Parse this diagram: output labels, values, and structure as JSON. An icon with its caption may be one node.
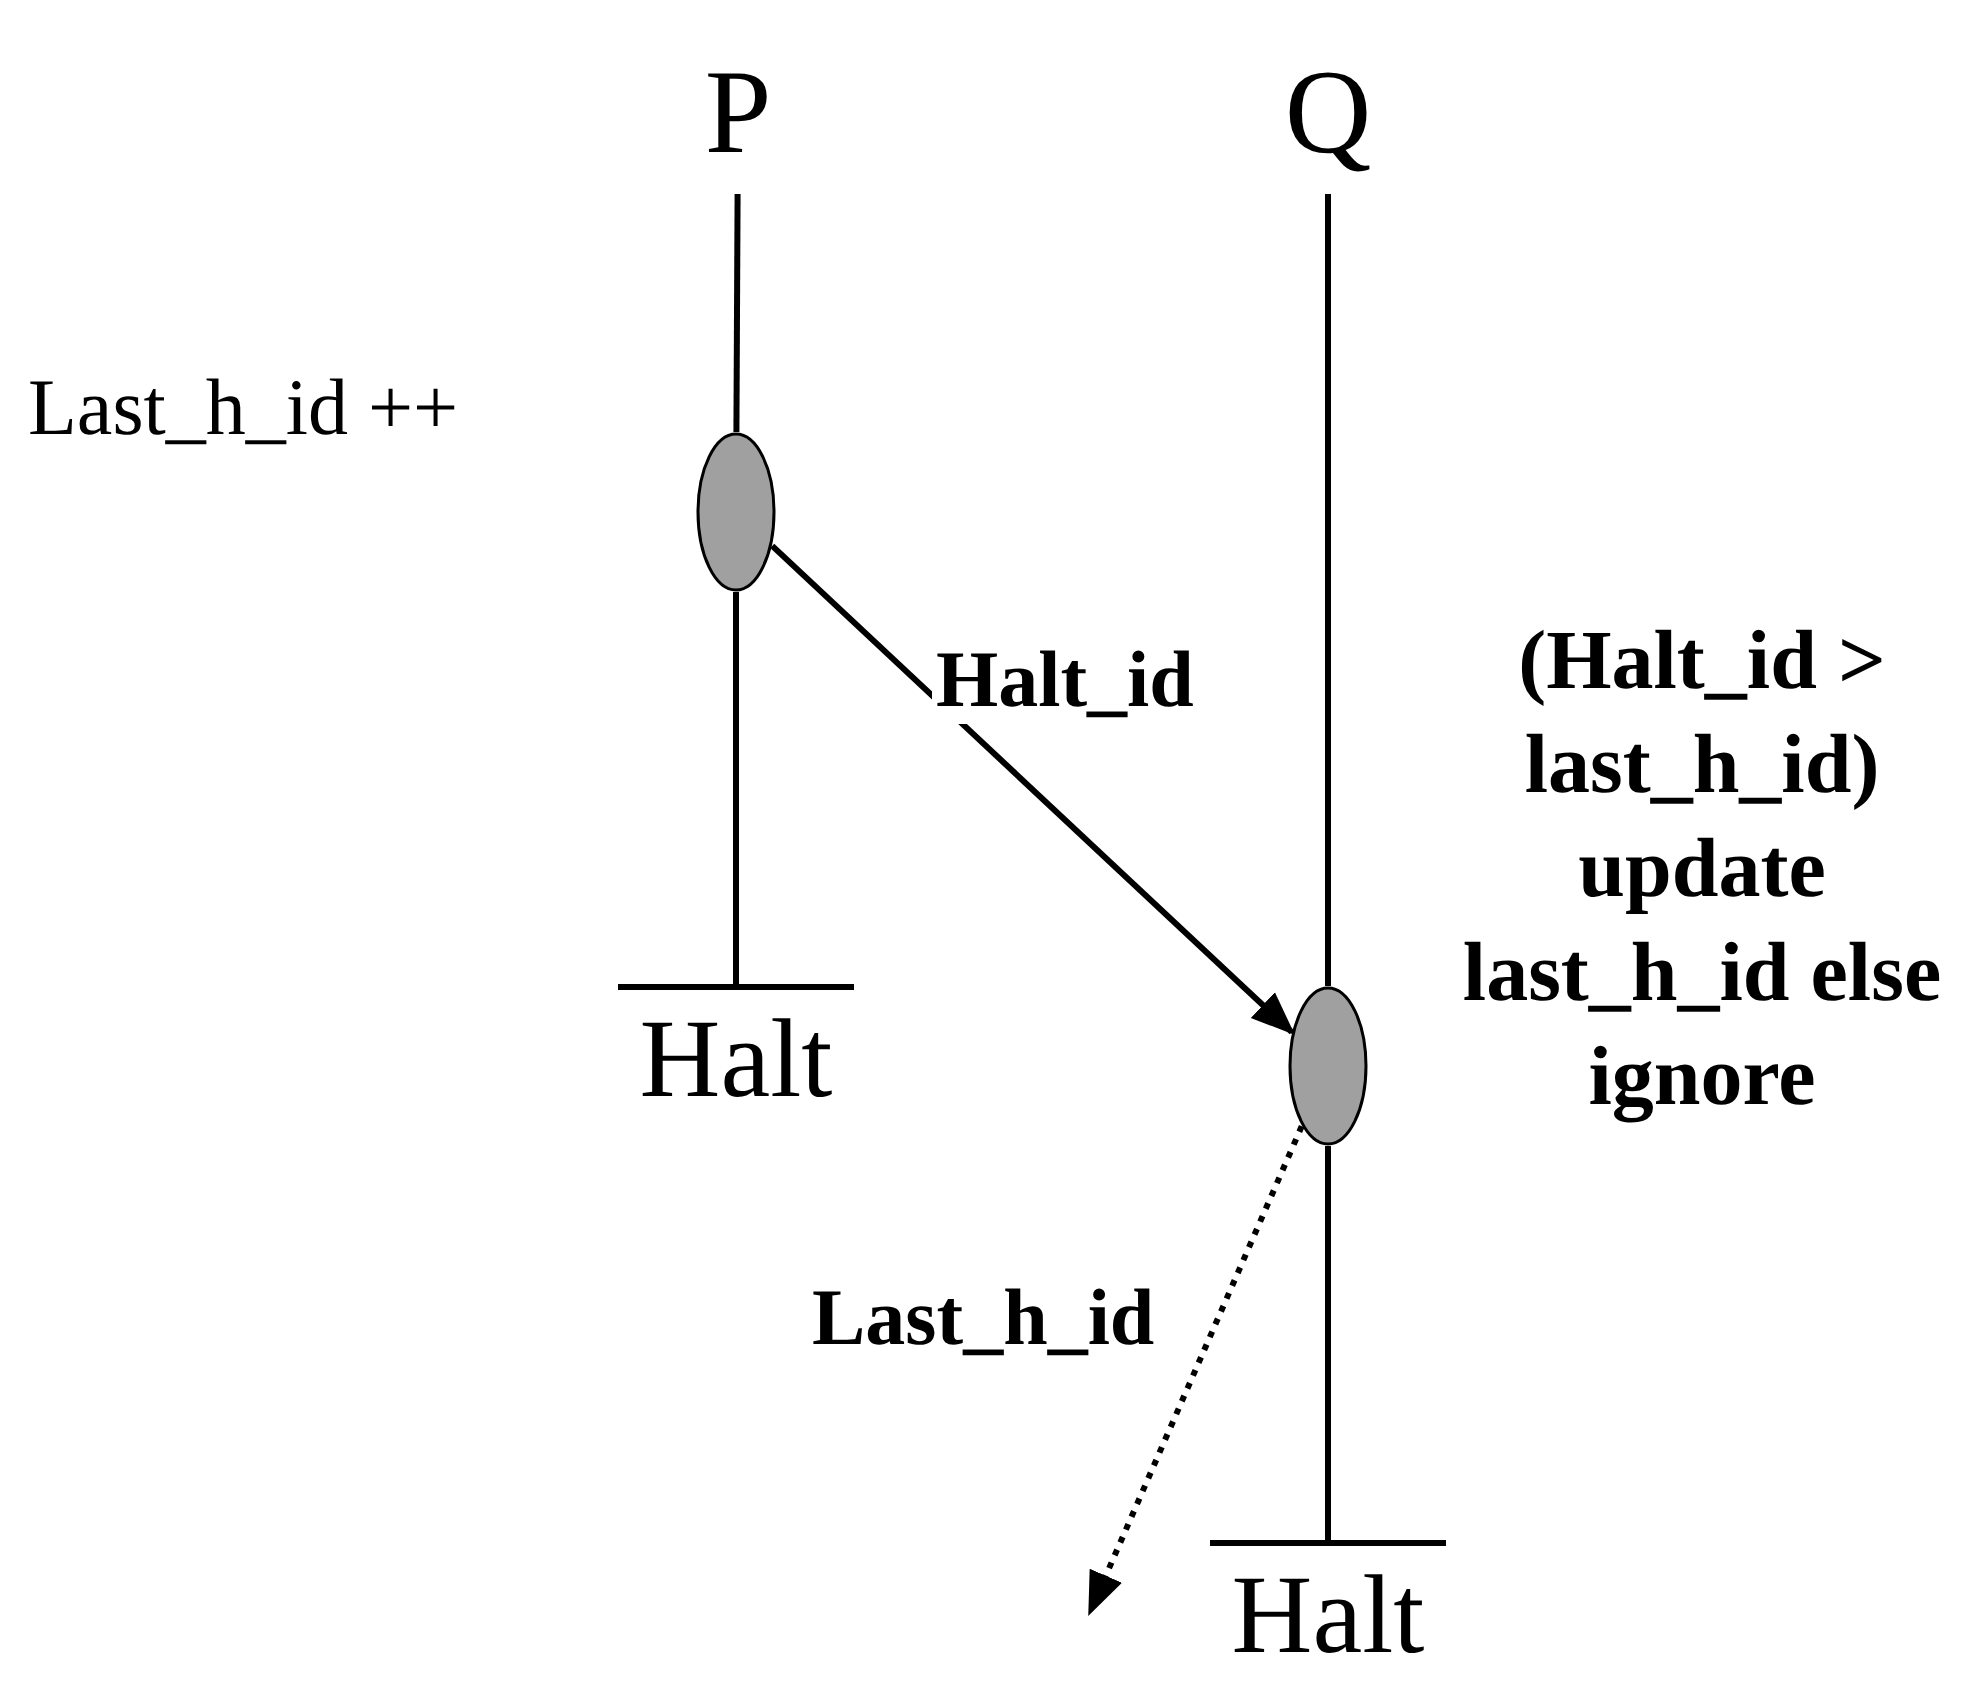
{
  "diagram": {
    "nodes": [
      {
        "text": [
          "P"
        ]
      },
      {
        "text": [],
        "shape": "ellipse",
        "beside": [
          "Last_h_id ++"
        ]
      },
      {
        "text": [
          "Halt"
        ]
      },
      {
        "text": [
          "Q"
        ]
      },
      {
        "text": [],
        "shape": "ellipse",
        "beside": [
          "(Halt_id > last_h_id) update last_h_id else ignore"
        ]
      },
      {
        "text": [
          "Halt"
        ]
      }
    ],
    "edges": [
      {
        "from": 0,
        "to": 1,
        "arrow": "none"
      },
      {
        "from": 1,
        "to": 2,
        "arrow": "none"
      },
      {
        "from": 3,
        "to": 4,
        "arrow": "none"
      },
      {
        "from": 4,
        "to": 5,
        "arrow": "none"
      },
      {
        "from": 1,
        "to": 4,
        "arrow": "to",
        "label": "Halt_id"
      },
      {
        "from": 4,
        "to": null,
        "arrow": "to",
        "label": "Last_h_id",
        "style": "dashed"
      }
    ]
  }
}
